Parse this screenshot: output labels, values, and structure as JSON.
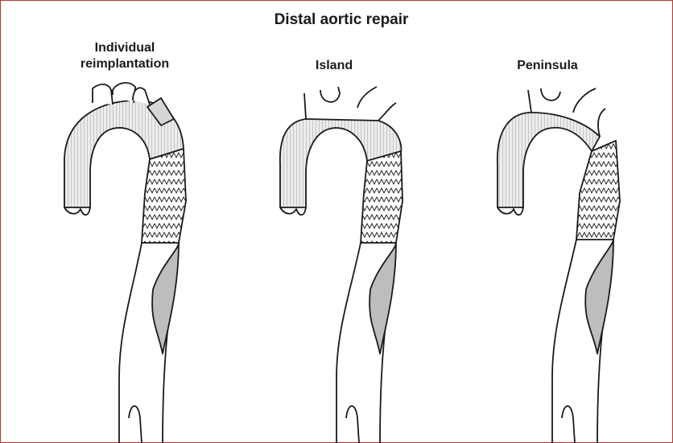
{
  "title": "Distal aortic repair",
  "panels": [
    {
      "label_lines": [
        "Individual",
        "reimplantation"
      ]
    },
    {
      "label_lines": [
        "Island"
      ]
    },
    {
      "label_lines": [
        "Peninsula"
      ]
    }
  ],
  "colors": {
    "border": "#b03a2e",
    "stroke": "#1a1a1a",
    "graft_fill": "#d6d6d6",
    "false_lumen_fill": "#bdbdbd"
  }
}
